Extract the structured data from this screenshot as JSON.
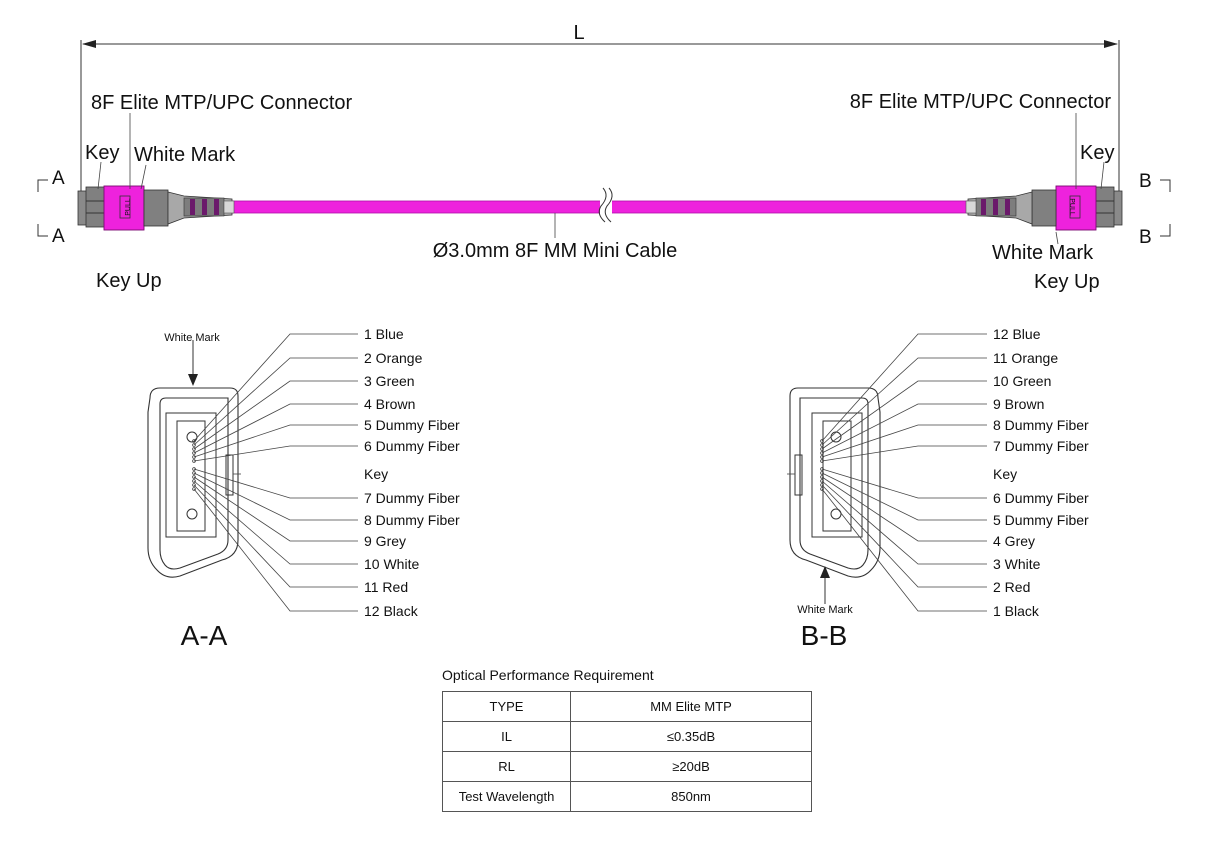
{
  "colors": {
    "cable": "#ee22dd",
    "cable_edge": "#b010a8",
    "connector_body": "#7f7f7f",
    "connector_dark": "#555555",
    "boot": "#d8d8d8"
  },
  "overall": {
    "length_label": "L"
  },
  "left_end": {
    "connector_label": "8F Elite MTP/UPC Connector",
    "key_label": "Key",
    "white_mark_label": "White Mark",
    "section_label_top": "A",
    "section_label_bottom": "A",
    "orientation": "Key Up"
  },
  "right_end": {
    "connector_label": "8F Elite MTP/UPC Connector",
    "key_label": "Key",
    "white_mark_label": "White Mark",
    "section_label_top": "B",
    "section_label_bottom": "B",
    "orientation": "Key  Up"
  },
  "cable": {
    "label": "Ø3.0mm 8F MM Mini Cable"
  },
  "section_a": {
    "title": "A-A",
    "white_mark": "White Mark",
    "labels": [
      "1 Blue",
      "2 Orange",
      "3 Green",
      "4 Brown",
      "5 Dummy Fiber",
      "6 Dummy Fiber",
      "Key",
      "7 Dummy Fiber",
      "8 Dummy Fiber",
      "9 Grey",
      "10 White",
      "11 Red",
      "12 Black"
    ]
  },
  "section_b": {
    "title": "B-B",
    "white_mark": "White Mark",
    "labels": [
      "12 Blue",
      "11 Orange",
      "10 Green",
      "9 Brown",
      "8 Dummy Fiber",
      "7 Dummy Fiber",
      "Key",
      "6 Dummy Fiber",
      "5 Dummy Fiber",
      "4 Grey",
      "3 White",
      "2 Red",
      "1 Black"
    ]
  },
  "performance": {
    "title": "Optical Performance Requirement",
    "rows": [
      [
        "TYPE",
        "MM Elite MTP"
      ],
      [
        "IL",
        "≤0.35dB"
      ],
      [
        "RL",
        "≥20dB"
      ],
      [
        "Test Wavelength",
        "850nm"
      ]
    ]
  }
}
